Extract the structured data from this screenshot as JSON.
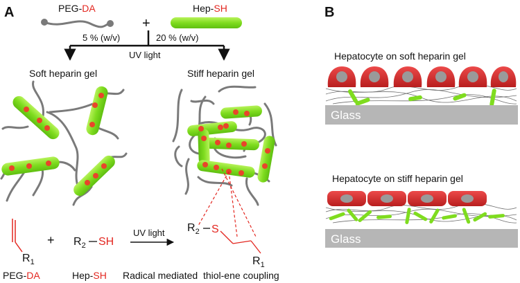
{
  "panel_a": {
    "letter": "A",
    "peg_label": "PEG-",
    "peg_label_red": "DA",
    "plus": "+",
    "hep_label": "Hep-",
    "hep_label_red": "SH",
    "left_pct": "5 % (w/v)",
    "right_pct": "20 % (w/v)",
    "uv": "UV light",
    "soft_gel": "Soft heparin gel",
    "stiff_gel": "Stiff heparin gel",
    "reaction": {
      "r1": "R",
      "r1_sub": "1",
      "plus": "+",
      "r2": "R",
      "r2_sub": "2",
      "sh": "SH",
      "uv": "UV light",
      "prod_r2": "R",
      "prod_r2_sub": "2",
      "prod_s": "S",
      "prod_r1": "R",
      "prod_r1_sub": "1",
      "cap_peg": "PEG-",
      "cap_peg_red": "DA",
      "cap_hep": "Hep-",
      "cap_hep_red": "SH",
      "cap_coupling": "Radical mediated  thiol-ene coupling"
    }
  },
  "panel_b": {
    "letter": "B",
    "soft_title": "Hepatocyte on soft heparin gel",
    "stiff_title": "Hepatocyte on stiff heparin gel",
    "glass1": "Glass",
    "glass2": "Glass"
  },
  "colors": {
    "rod": "#7fdc1f",
    "node": "#e8452a",
    "chain": "#7a7a7a",
    "cell": "#d42a2a",
    "nucleus": "#9a9a9a",
    "glass": "#b6b6b6"
  }
}
